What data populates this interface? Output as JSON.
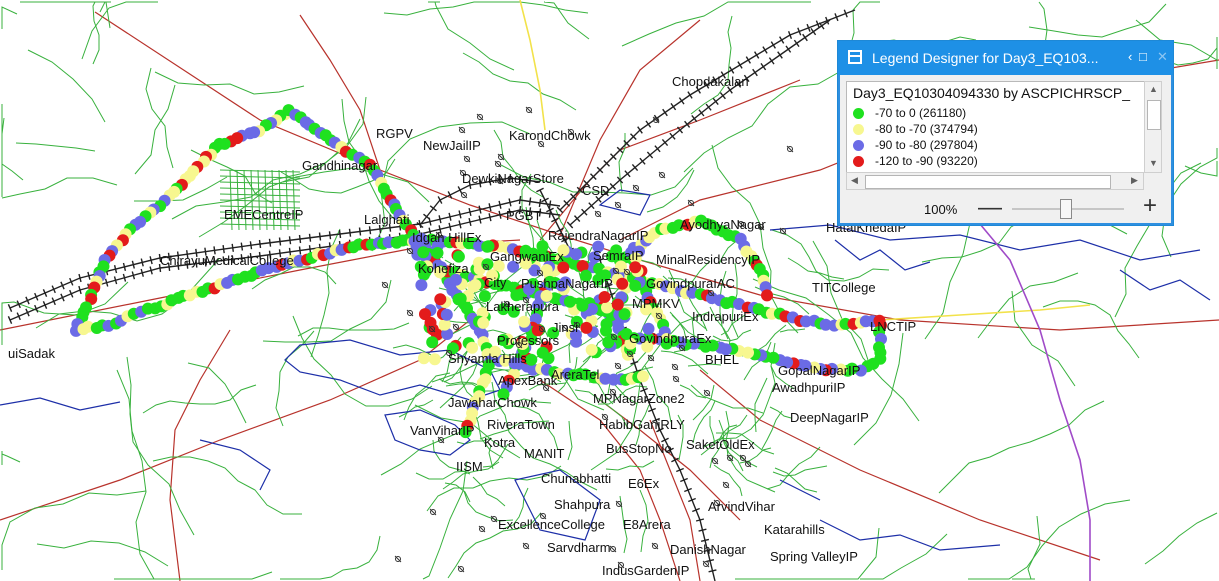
{
  "map": {
    "colors": {
      "road_green": "#38b13d",
      "road_red": "#b8332c",
      "water_blue": "#1d2fa8",
      "railway": "#222222",
      "yellow_road": "#f2e24a",
      "purple_road": "#a04bc8",
      "drive_green": "#1fe11f",
      "drive_yellow": "#f7f790",
      "drive_blue": "#6b6be6",
      "drive_red": "#e31b1b"
    },
    "labels": [
      "Chopdakalan",
      "RGPV",
      "KarondChowk",
      "NewJailIP",
      "Gandhinagar",
      "DewkiNagarStore",
      "CSD",
      "EMECentreIP",
      "Lalghati",
      "PGBT",
      "AyodhyaNagar",
      "Idgah HillEx",
      "RajendraNagarIP",
      "HataiKhedaIP",
      "ChirayuMedicalCollege",
      "GangwaniEx",
      "SemraIP",
      "MinalResidencyIP",
      "Kohefiza",
      "City",
      "PushpaNagarIP",
      "GovindpuraIAC",
      "TITCollege",
      "Lakherapura",
      "MPMKV",
      "IndrapuriEx",
      "LNCTIP",
      "uiSadak",
      "Jinsi",
      "Professors",
      "GovindpuraEx",
      "Shyamla Hills",
      "BHEL",
      "GopalNagarIP",
      "AreraTel",
      "ApexBank",
      "AwadhpuriIP",
      "MPNagarZone2",
      "JawaharChowk",
      "DeepNagarIP",
      "RiveraTown",
      "HabibGanjRLY",
      "VanViharIP",
      "Kotra",
      "SaketOldEx",
      "MANIT",
      "BusStopNo",
      "IISM",
      "Chunabhatti",
      "E6Ex",
      "Shahpura",
      "ArvindVihar",
      "ExcellenceCollege",
      "E8Arera",
      "Katarahills",
      "Sarvdharm",
      "DanishNagar",
      "Spring ValleyIP",
      "IndusGardenIP"
    ]
  },
  "legend": {
    "title": "Legend Designer for Day3_EQ103...",
    "header": "Day3_EQ10304094330 by ASCPICHRSCP_",
    "zoom": "100%",
    "items": [
      {
        "range": "-70  to    0   (261180)",
        "color": "#1fe11f"
      },
      {
        "range": "-80  to  -70  (374794)",
        "color": "#f7f790"
      },
      {
        "range": "-90  to  -80  (297804)",
        "color": "#6b6be6"
      },
      {
        "range": "-120  to  -90    (93220)",
        "color": "#e31b1b"
      }
    ]
  }
}
